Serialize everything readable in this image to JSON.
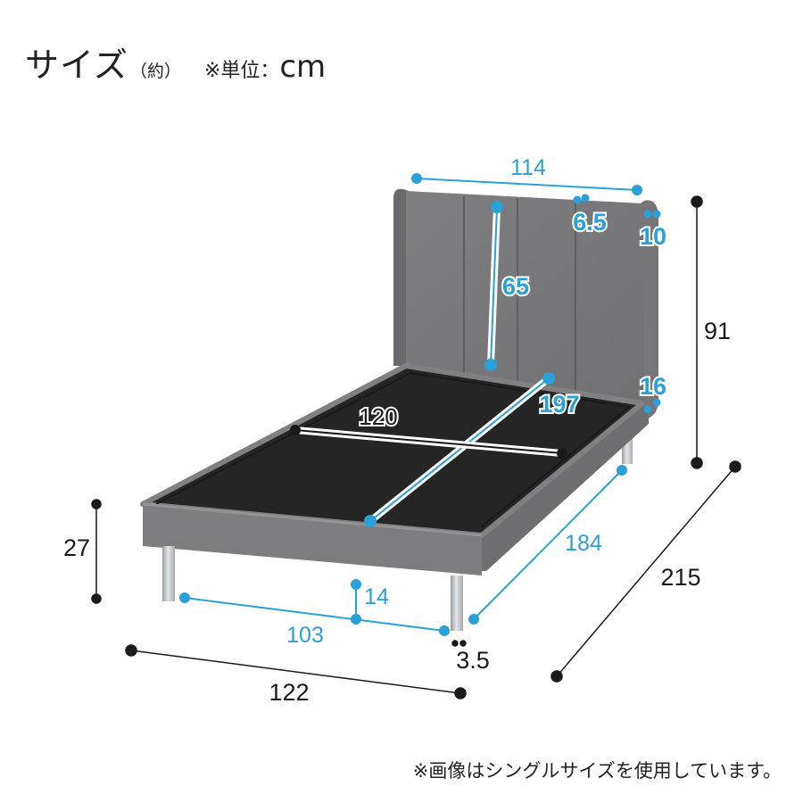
{
  "header": {
    "title": "サイズ",
    "approx": "（約）",
    "unit_label": "※単位：",
    "unit": "cm"
  },
  "dimensions": {
    "headboard_width": "114",
    "headboard_offset": "6.5",
    "headboard_side": "10",
    "headboard_height": "65",
    "total_height": "91",
    "inner_width": "120",
    "inner_length": "197",
    "lower_gap": "16",
    "frame_height": "27",
    "leg_inset": "14",
    "leg_span_width": "103",
    "leg_diameter": "3.5",
    "leg_span_length": "184",
    "total_width": "122",
    "total_length": "215"
  },
  "colors": {
    "frame": "#7d7d7f",
    "deck": "#252526",
    "accent": "#2aa0d8",
    "leg": "#c8c9cc"
  },
  "footnote": "※画像はシングルサイズを使用しています。"
}
